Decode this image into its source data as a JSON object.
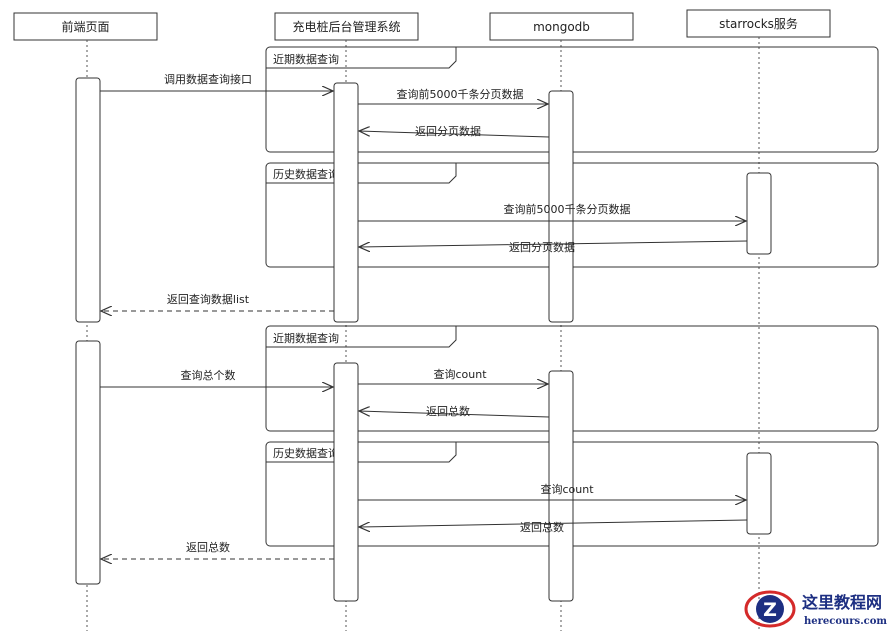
{
  "participants": [
    {
      "id": "frontend",
      "label": "前端页面"
    },
    {
      "id": "backend",
      "label": "充电桩后台管理系统"
    },
    {
      "id": "mongodb",
      "label": "mongodb"
    },
    {
      "id": "starrocks",
      "label": "starrocks服务"
    }
  ],
  "fragments": [
    {
      "label": "近期数据查询"
    },
    {
      "label": "历史数据查询"
    },
    {
      "label": "近期数据查询"
    },
    {
      "label": "历史数据查询"
    }
  ],
  "messages": [
    {
      "from": "frontend",
      "to": "backend",
      "label": "调用数据查询接口",
      "kind": "call"
    },
    {
      "from": "backend",
      "to": "mongodb",
      "label": "查询前5000千条分页数据",
      "kind": "call"
    },
    {
      "from": "mongodb",
      "to": "backend",
      "label": "返回分页数据",
      "kind": "return"
    },
    {
      "from": "backend",
      "to": "starrocks",
      "label": "查询前5000千条分页数据",
      "kind": "call"
    },
    {
      "from": "starrocks",
      "to": "backend",
      "label": "返回分页数据",
      "kind": "return"
    },
    {
      "from": "backend",
      "to": "frontend",
      "label": "返回查询数据list",
      "kind": "return-dashed"
    },
    {
      "from": "frontend",
      "to": "backend",
      "label": "查询总个数",
      "kind": "call"
    },
    {
      "from": "backend",
      "to": "mongodb",
      "label": "查询count",
      "kind": "call"
    },
    {
      "from": "mongodb",
      "to": "backend",
      "label": "返回总数",
      "kind": "return"
    },
    {
      "from": "backend",
      "to": "starrocks",
      "label": "查询count",
      "kind": "call"
    },
    {
      "from": "starrocks",
      "to": "backend",
      "label": "返回总数",
      "kind": "return"
    },
    {
      "from": "backend",
      "to": "frontend",
      "label": "返回总数",
      "kind": "return-dashed"
    }
  ],
  "watermark": {
    "logo_letter": "Z",
    "title": "这里教程网",
    "url": "herecours.com"
  },
  "colors": {
    "line": "#333333",
    "lifeline": "#555555",
    "watermark_blue": "#1d2f82",
    "watermark_red": "#d42a2a"
  }
}
